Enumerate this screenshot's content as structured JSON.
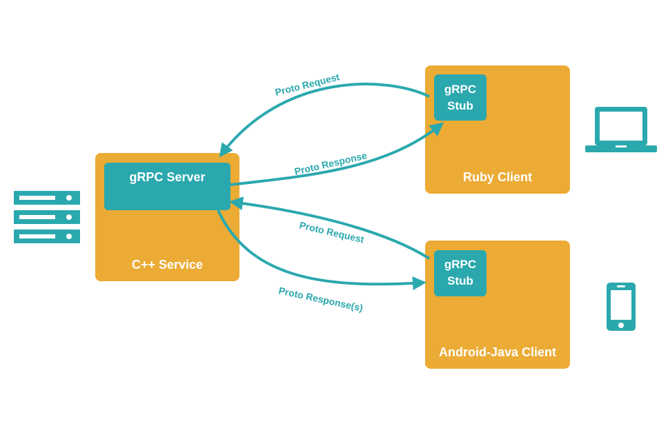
{
  "colors": {
    "box": "#ecab35",
    "accent": "#2aa8ae",
    "icon": "#2aa8ae"
  },
  "server": {
    "service_label": "C++ Service",
    "inner_label": "gRPC Server",
    "icon": "server-rack-icon"
  },
  "ruby_client": {
    "client_label": "Ruby Client",
    "stub_line1": "gRPC",
    "stub_line2": "Stub",
    "icon": "laptop-icon"
  },
  "android_client": {
    "client_label": "Android-Java Client",
    "stub_line1": "gRPC",
    "stub_line2": "Stub",
    "icon": "phone-icon"
  },
  "edges": {
    "ruby_request": "Proto Request",
    "ruby_response": "Proto Response",
    "android_request": "Proto Request",
    "android_response": "Proto Response(s)"
  }
}
